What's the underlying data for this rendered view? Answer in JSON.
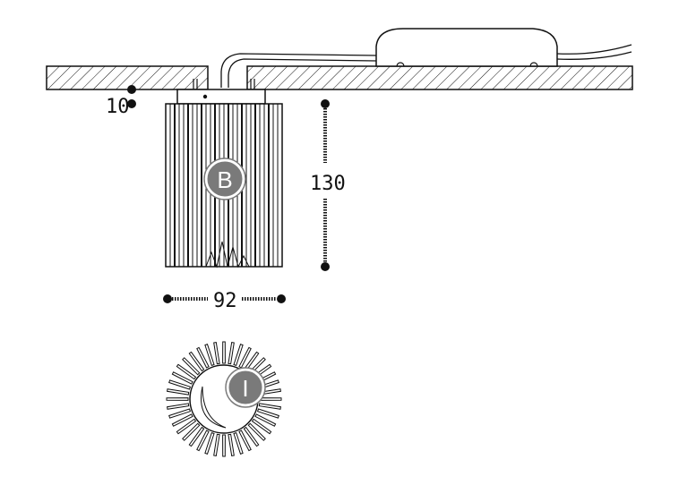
{
  "dimensions": {
    "recess": "10",
    "height": "130",
    "diameter": "92"
  },
  "badges": {
    "side_view": "B",
    "top_view": "I"
  },
  "colors": {
    "line": "#111111",
    "badge_fill": "#7a7a7a",
    "badge_ring": "#ffffff",
    "background": "#ffffff"
  }
}
